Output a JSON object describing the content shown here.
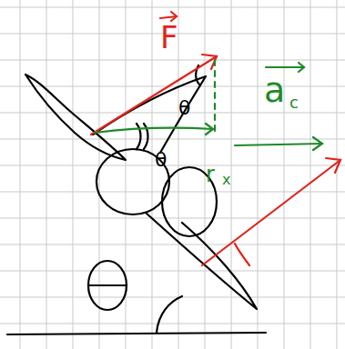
{
  "diagram": {
    "labels": [
      "F",
      "θ",
      "θ",
      "a",
      "c",
      "r",
      "x"
    ]
  }
}
